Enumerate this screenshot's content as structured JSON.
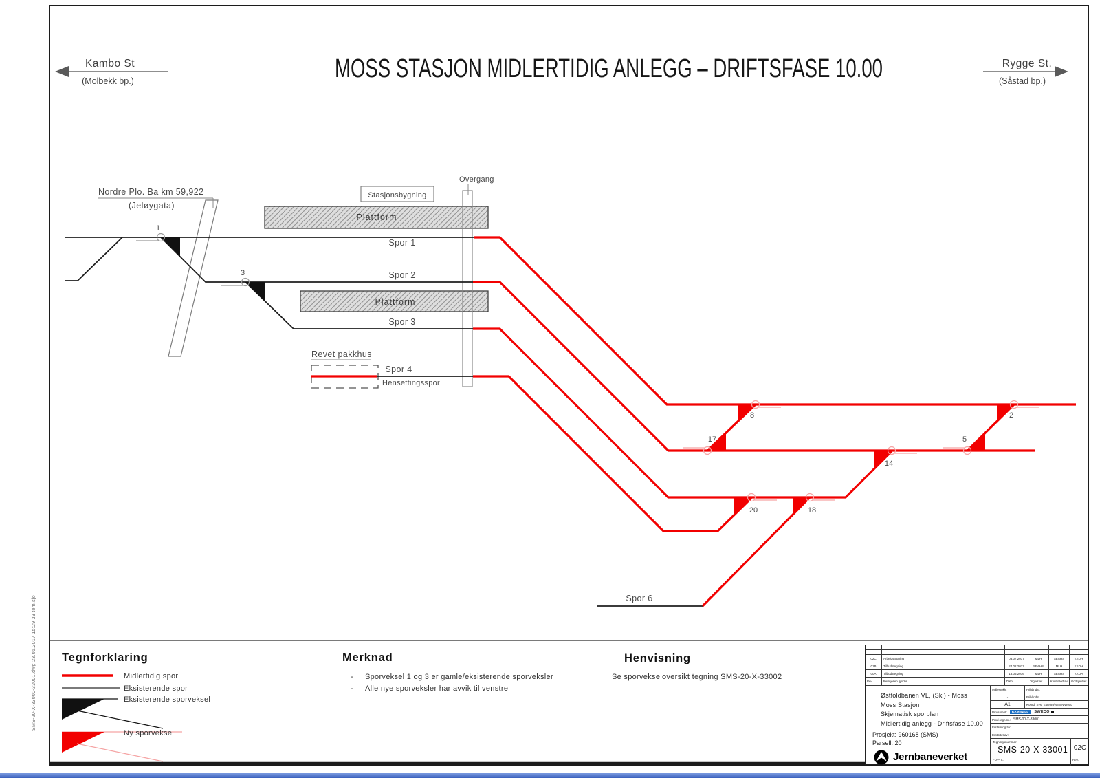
{
  "header": {
    "title": "MOSS STASJON MIDLERTIDIG ANLEGG – DRIFTSFASE 10.00",
    "left_direction": {
      "station": "Kambo St",
      "sub": "(Molbekk bp.)"
    },
    "right_direction": {
      "station": "Rygge  St.",
      "sub": "(Såstad bp.)"
    }
  },
  "diagram": {
    "labels": {
      "nordre_plo": "Nordre Plo. Ba km 59,922",
      "jeloygata": "(Jeløygata)",
      "stasjonsbygning": "Stasjonsbygning",
      "overgang": "Overgang",
      "plattform_1": "Plattform",
      "plattform_2": "Plattform",
      "revet_pakkhus": "Revet pakkhus",
      "spor_1": "Spor 1",
      "spor_2": "Spor 2",
      "spor_3": "Spor 3",
      "spor_4": "Spor 4",
      "hensettingsspor": "Hensettingsspor",
      "spor_6": "Spor 6"
    },
    "switches": {
      "w1": "1",
      "w3": "3",
      "w8": "8",
      "w2": "2",
      "w17": "17",
      "w5": "5",
      "w14": "14",
      "w20": "20",
      "w18": "18"
    },
    "colors": {
      "temporary_track": "#f20000",
      "existing_track": "#1f1f1f",
      "switch_tick": "#f5a3a3"
    }
  },
  "legend": {
    "title": "Tegnforklaring",
    "items": [
      {
        "label": "Midlertidig spor"
      },
      {
        "label": "Eksisterende spor"
      },
      {
        "label": "Eksisterende sporveksel"
      },
      {
        "label": "Ny sporveksel"
      }
    ]
  },
  "merknad": {
    "title": "Merknad",
    "bullet": "-",
    "items": [
      "Sporveksel 1 og 3 er gamle/eksisterende sporveksler",
      "Alle nye sporveksler har avvik til venstre"
    ]
  },
  "henvisning": {
    "title": "Henvisning",
    "text": "Se sporvekseloversikt tegning SMS-20-X-33002"
  },
  "titleblock": {
    "revisions_header": {
      "rev": "Rev.",
      "desc": "Revisjonen gjelder",
      "date": "Dato",
      "drawn": "Tegnet av",
      "checked": "Kontrollert av",
      "approved": "Godkjent av"
    },
    "revisions": [
      {
        "rev": "02C",
        "desc": "Arbeidstegning",
        "date": "03.07.2017",
        "drawn": "MLH",
        "checked": "SEAHS",
        "approved": "KKOH"
      },
      {
        "rev": "01B",
        "desc": "Tilbudstegning",
        "date": "24.02.2017",
        "drawn": "SEAHS",
        "checked": "MLH",
        "approved": "KKOH"
      },
      {
        "rev": "00A",
        "desc": "Tilbudstegning",
        "date": "13.05.2016",
        "drawn": "MLH",
        "checked": "SEAHS",
        "approved": "KKOA"
      }
    ],
    "description_lines": [
      "Østfoldbanen VL, (Ski) - Moss",
      "Moss Stasjon",
      "Skjematisk sporplan",
      "Midlertidig anlegg - Driftsfase 10.00"
    ],
    "scale": {
      "label": "Målestokk:",
      "value": "-",
      "sheet": "A1",
      "row1": "Frihåndst.",
      "row2": "Frihåndst.",
      "koord_label": "Koord. Sys",
      "koord_value": "Euref89/NTM/NN2000"
    },
    "produsent": {
      "label": "Produsent:",
      "brand1": "RAMBØLL",
      "brand2": "SWECO"
    },
    "prod_tegn": {
      "label": "Prod.tegn.nr.:",
      "value": "SMS-00-X-33001"
    },
    "erstatning_for": "Erstatning for:",
    "erstattet_av": "Erstattet av:",
    "project": {
      "line1": "Prosjekt: 960168 (SMS)",
      "line2": "Parsell: 20"
    },
    "drawing_number": {
      "label": "Tegningsnummer:",
      "value": "SMS-20-X-33001",
      "rev": "02C"
    },
    "fdv": {
      "label": "FDV-nr.:",
      "rev_label": "Rev.:"
    },
    "owner": "Jernbaneverket"
  },
  "file_note": "SMS-20-X-33000-33001.dwg 23.06.2017 15:29:33 tom.sjo"
}
